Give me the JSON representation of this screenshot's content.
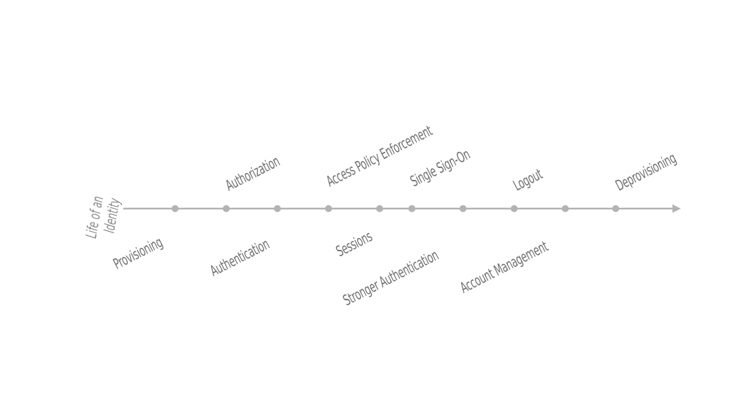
{
  "title": {
    "line1": "Life of an",
    "line2": "Identity"
  },
  "colors": {
    "line": "#b3b3b3",
    "dot": "#b3b3b3",
    "text": "#6f6f6f",
    "title_text": "#8a8a8a"
  },
  "labels": {
    "provisioning": "Provisioning",
    "authorization": "Authorization",
    "authentication": "Authentication",
    "access_policy_enforcement": "Access Policy Enforcement",
    "sessions": "Sessions",
    "single_sign_on": "Single Sign-On",
    "stronger_authentication": "Stronger Authentication",
    "logout": "Logout",
    "account_management": "Account Management",
    "deprovisioning": "Deprovisioning"
  }
}
